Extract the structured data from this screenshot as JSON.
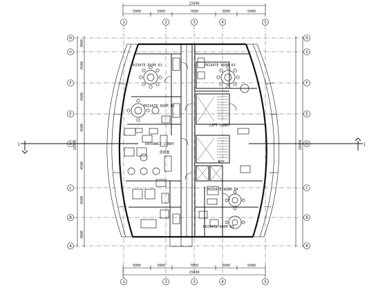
{
  "drawing": {
    "title": "",
    "room_labels": {
      "private_room_top_left": "PRIVATE ROOM 01",
      "private_room_top_right": "PRIVATE ROOM 03",
      "private_room_mid_left": "PRIVATE ROOM 02",
      "lift_lobby": "LIFT LOBBY",
      "entrance_lobby": "ENTRANCE LOBBY",
      "private_room_bottom_right_upper": "PRIVATE ROOM 04",
      "private_room_bottom_right_lower": "PRIVATE ROOM 05",
      "room_small_1": "活动室",
      "room_small_2": "餐厅"
    },
    "grid_bubbles_left": [
      "H",
      "G",
      "F",
      "E",
      "D",
      "C",
      "B",
      "A"
    ],
    "grid_bubbles_right": [
      "H",
      "G",
      "F",
      "E",
      "D",
      "C",
      "B",
      "A"
    ],
    "grid_bubbles_top": [
      "1",
      "2",
      "3",
      "4",
      "5"
    ],
    "grid_bubbles_bottom": [
      "1",
      "2",
      "3",
      "4",
      "5"
    ],
    "section_mark_left": "1",
    "section_mark_right": "1",
    "dimension_text_top": [
      "5000",
      "3900",
      "7800",
      "3900",
      "5000"
    ],
    "dimension_text_bottom": [
      "5000",
      "3900",
      "7800",
      "3900",
      "5000"
    ],
    "dimension_total_top": "25600",
    "dimension_total_bottom": "25600",
    "dimension_text_left": [
      "3000",
      "4500",
      "4500",
      "4500",
      "4500",
      "4500",
      "3000"
    ],
    "dimension_total_left": "28500",
    "dimension_total_right": "28500"
  }
}
